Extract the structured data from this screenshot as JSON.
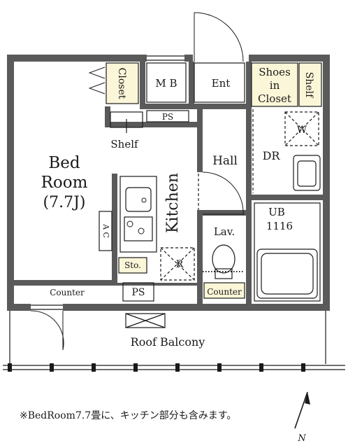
{
  "labels": {
    "bedroom_line1": "Bed",
    "bedroom_line2": "Room",
    "bedroom_size": "(7.7J)",
    "closet": "Closet",
    "mb": "M B",
    "ent": "Ent",
    "shoes_line1": "Shoes",
    "shoes_line2": "in",
    "shoes_line3": "Closet",
    "shelf_right": "Shelf",
    "ps_top": "PS",
    "shelf_left": "Shelf",
    "hall": "Hall",
    "dr": "DR",
    "w": "W",
    "kitchen": "Kitchen",
    "ac": "A C",
    "ub_line1": "UB",
    "ub_line2": "1116",
    "lav": "Lav.",
    "sto": "Sto.",
    "r": "R",
    "counter_left": "Counter",
    "ps_bottom": "PS",
    "counter_right": "Counter",
    "roof_balcony": "Roof Balcony"
  },
  "footnote": "※BedRoom7.7畳に、キッチン部分も含みます。",
  "compass": {
    "label": "N"
  },
  "colors": {
    "wall": "#5a5a5a",
    "storage_fill": "#fbf6d8",
    "line": "#1a1a1a"
  }
}
